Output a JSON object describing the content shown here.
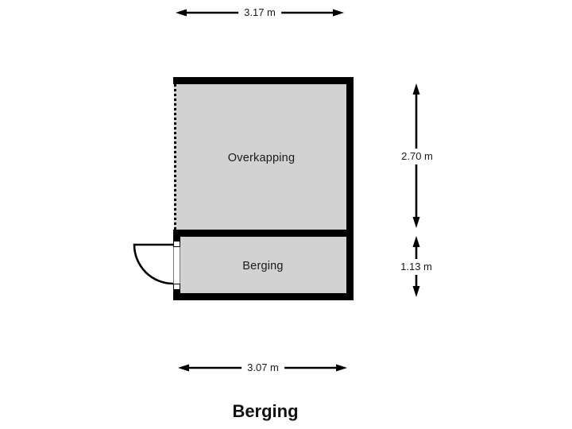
{
  "title": "Berging",
  "rooms": {
    "overkapping": {
      "label": "Overkapping"
    },
    "berging": {
      "label": "Berging"
    }
  },
  "dimensions": {
    "width_top": "3.17 m",
    "height_right_upper": "2.70 m",
    "height_right_lower": "1.13 m",
    "width_bottom": "3.07 m"
  },
  "colors": {
    "background": "#ffffff",
    "room_fill": "#d2d2d2",
    "wall": "#000000",
    "dimension_label_bg": "#ffffff",
    "text": "#1a1a1a"
  }
}
